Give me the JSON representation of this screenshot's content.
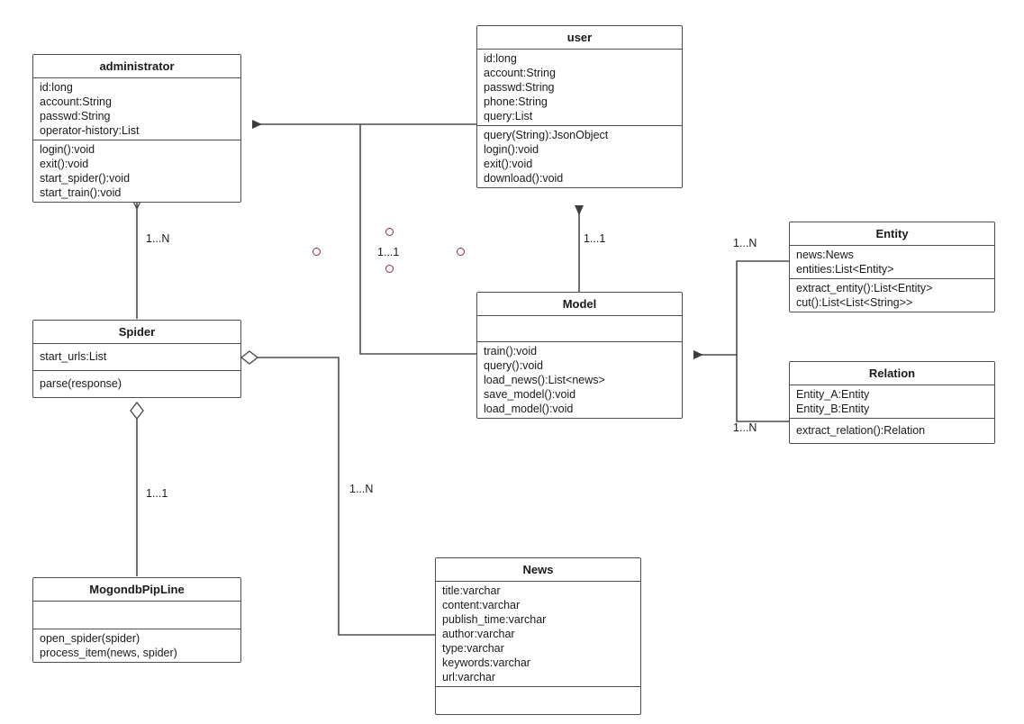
{
  "diagram": {
    "kind": "uml-class-diagram",
    "background": "#ffffff",
    "line_color": "#4d4d4d",
    "text_color": "#1a1a1a",
    "handle_color": "#8b2b3a"
  },
  "classes": {
    "administrator": {
      "name": "administrator",
      "attributes": [
        "id:long",
        "account:String",
        "passwd:String",
        "operator-history:List"
      ],
      "methods": [
        "login():void",
        "exit():void",
        "start_spider():void",
        "start_train():void"
      ]
    },
    "user": {
      "name": "user",
      "attributes": [
        "id:long",
        "account:String",
        "passwd:String",
        "phone:String",
        "query:List"
      ],
      "methods": [
        "query(String):JsonObject",
        "login():void",
        "exit():void",
        "download():void"
      ]
    },
    "spider": {
      "name": "Spider",
      "attributes": [
        "start_urls:List"
      ],
      "methods": [
        "parse(response)"
      ]
    },
    "model": {
      "name": "Model",
      "attributes": [],
      "methods": [
        "train():void",
        "query():void",
        "load_news():List<news>",
        "save_model():void",
        "load_model():void"
      ]
    },
    "entity": {
      "name": "Entity",
      "attributes": [
        "news:News",
        "entities:List<Entity>"
      ],
      "methods": [
        "extract_entity():List<Entity>",
        "cut():List<List<String>>"
      ]
    },
    "relation": {
      "name": "Relation",
      "attributes": [
        "Entity_A:Entity",
        "Entity_B:Entity"
      ],
      "methods": [
        "extract_relation():Relation"
      ]
    },
    "mogondbpipline": {
      "name": "MogondbPipLine",
      "attributes": [],
      "methods": [
        "open_spider(spider)",
        "process_item(news, spider)"
      ]
    },
    "news": {
      "name": "News",
      "attributes": [
        "title:varchar",
        "content:varchar",
        "publish_time:varchar",
        "author:varchar",
        "type:varchar",
        "keywords:varchar",
        "url:varchar"
      ],
      "methods": []
    }
  },
  "multiplicities": {
    "admin_spider": "1...N",
    "model_admin": "1...1",
    "model_user": "1...1",
    "entity_model": "1...N",
    "relation_model": "1...N",
    "spider_mogondb": "1...1",
    "spider_news": "1...N"
  }
}
